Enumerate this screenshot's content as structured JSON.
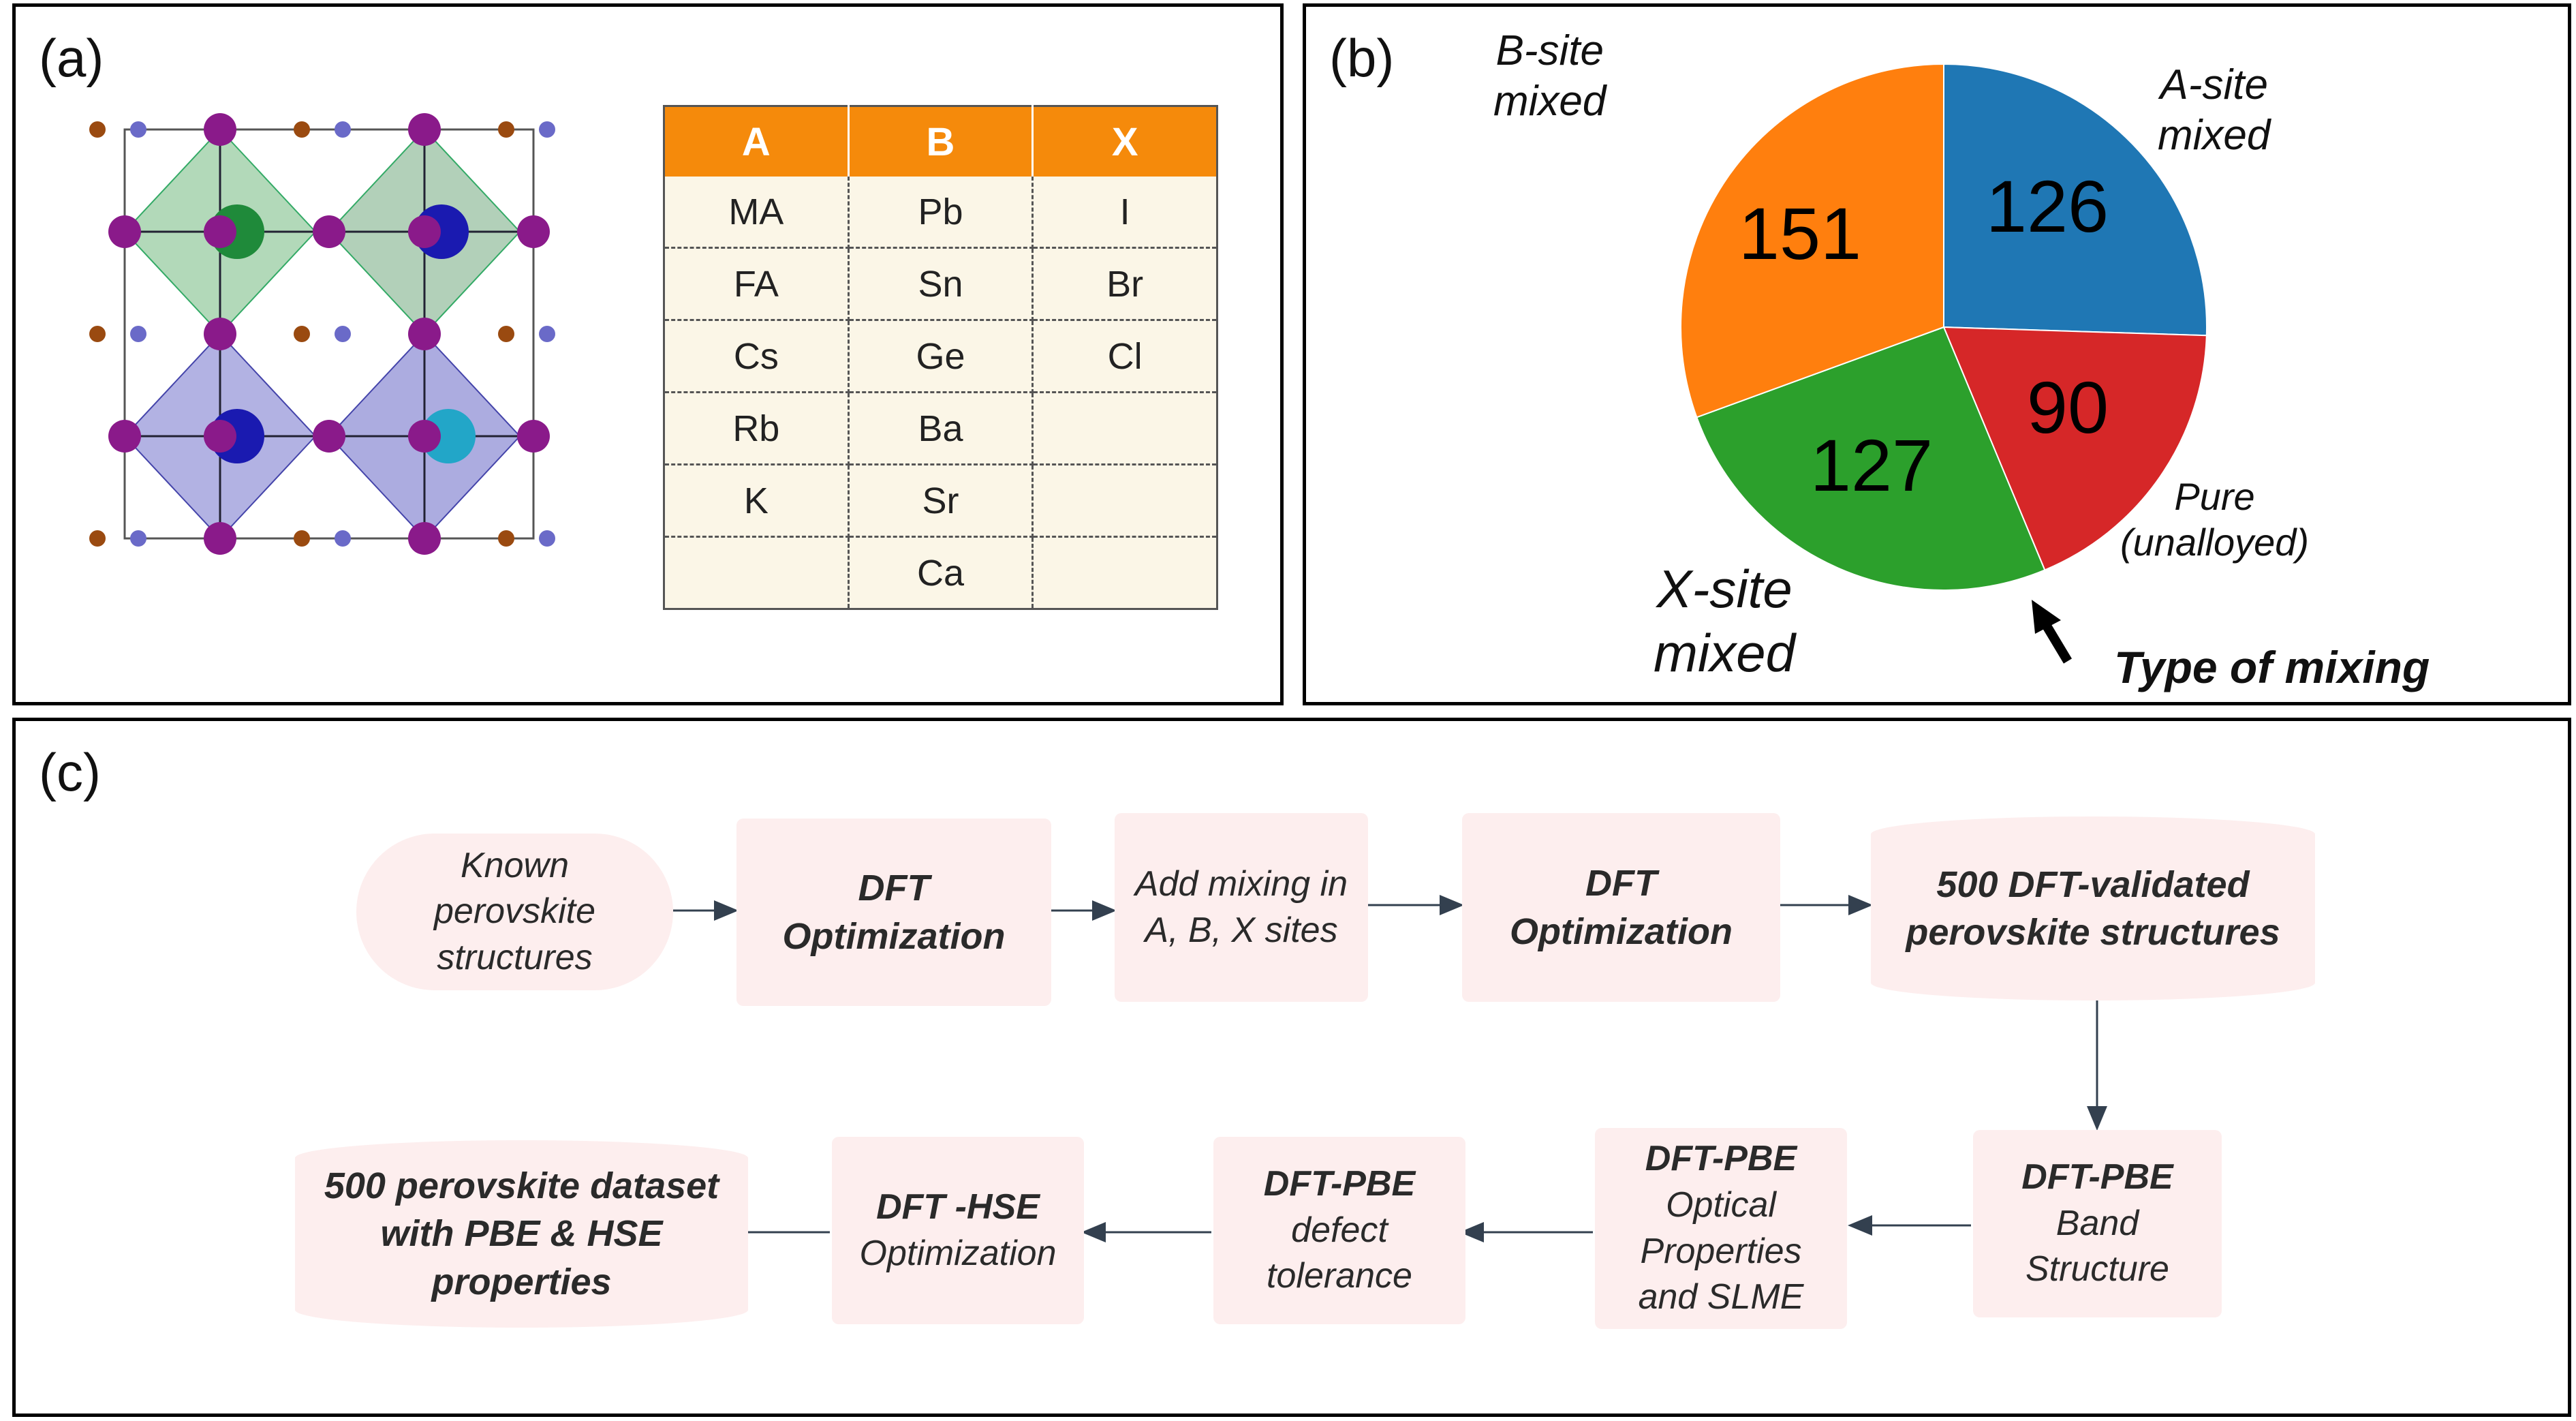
{
  "panel_a": {
    "label": "(a)",
    "table": {
      "headers": [
        "A",
        "B",
        "X"
      ],
      "rows": [
        [
          "MA",
          "Pb",
          "I"
        ],
        [
          "FA",
          "Sn",
          "Br"
        ],
        [
          "Cs",
          "Ge",
          "Cl"
        ],
        [
          "Rb",
          "Ba",
          ""
        ],
        [
          "K",
          "Sr",
          ""
        ],
        [
          "",
          "Ca",
          ""
        ]
      ],
      "header_color": "#f58a0b",
      "cell_color": "#fbf6e7"
    }
  },
  "panel_b": {
    "label": "(b)",
    "caption": "Type of mixing",
    "chart_data": {
      "type": "pie",
      "title": "Type of mixing",
      "slices": [
        {
          "label": "A-site mixed",
          "value": 126,
          "color": "#1f77b4"
        },
        {
          "label": "Pure (unalloyed)",
          "value": 90,
          "color": "#d62728"
        },
        {
          "label": "X-site mixed",
          "value": 127,
          "color": "#2ca02c"
        },
        {
          "label": "B-site mixed",
          "value": 151,
          "color": "#ff7f0e"
        }
      ]
    },
    "labels": {
      "a_line1": "A-site",
      "a_line2": "mixed",
      "b_line1": "B-site",
      "b_line2": "mixed",
      "x_line1": "X-site",
      "x_line2": "mixed",
      "pure_line1": "Pure",
      "pure_line2": "(unalloyed)"
    },
    "values": {
      "a": "126",
      "b": "151",
      "x": "127",
      "pure": "90"
    }
  },
  "panel_c": {
    "label": "(c)",
    "steps": {
      "known": [
        "Known",
        "perovskite",
        "structures"
      ],
      "dft_opt1": [
        "DFT",
        "Optimization"
      ],
      "add_mixing": [
        "Add mixing in",
        "A, B, X sites"
      ],
      "dft_opt2": [
        "DFT",
        "Optimization"
      ],
      "validated": [
        "500 DFT-validated",
        "perovskite structures"
      ],
      "band": [
        "DFT-PBE",
        "Band",
        "Structure"
      ],
      "optical": [
        "DFT-PBE",
        "Optical",
        "Properties",
        "and SLME"
      ],
      "defect": [
        "DFT-PBE",
        "defect",
        "tolerance"
      ],
      "hse": [
        "DFT -HSE",
        "Optimization"
      ],
      "dataset": [
        "500 perovskite dataset",
        "with PBE & HSE",
        "properties"
      ]
    },
    "box_color": "#fdeeee"
  }
}
